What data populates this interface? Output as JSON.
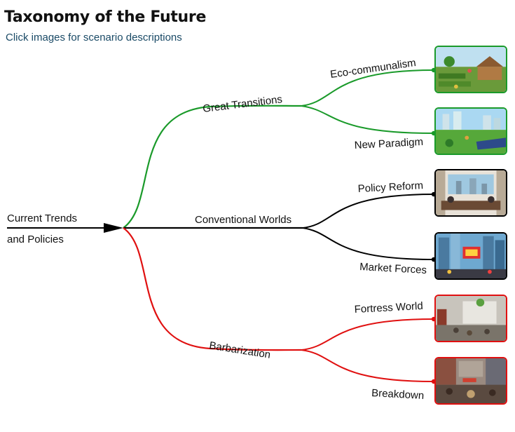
{
  "header": {
    "title": "Taxonomy of the Future",
    "subtitle": "Click images for scenario descriptions"
  },
  "root": {
    "line1": "Current Trends",
    "line2": "and Policies"
  },
  "branches": [
    {
      "label": "Great Transitions",
      "color": "#1a9a2a",
      "scenarios": [
        "Eco-communalism",
        "New Paradigm"
      ]
    },
    {
      "label": "Conventional Worlds",
      "color": "#000000",
      "scenarios": [
        "Policy Reform",
        "Market Forces"
      ]
    },
    {
      "label": "Barbarization",
      "color": "#e01010",
      "scenarios": [
        "Fortress World",
        "Breakdown"
      ]
    }
  ],
  "images": [
    {
      "name": "eco-communalism-image",
      "theme": "village-garden",
      "border": "#1a9a2a"
    },
    {
      "name": "new-paradigm-image",
      "theme": "green-city",
      "border": "#1a9a2a"
    },
    {
      "name": "policy-reform-image",
      "theme": "office-meeting",
      "border": "#000000"
    },
    {
      "name": "market-forces-image",
      "theme": "commercial-city",
      "border": "#000000"
    },
    {
      "name": "fortress-world-image",
      "theme": "walled-enclave",
      "border": "#e01010"
    },
    {
      "name": "breakdown-image",
      "theme": "ruined-street",
      "border": "#e01010"
    }
  ]
}
